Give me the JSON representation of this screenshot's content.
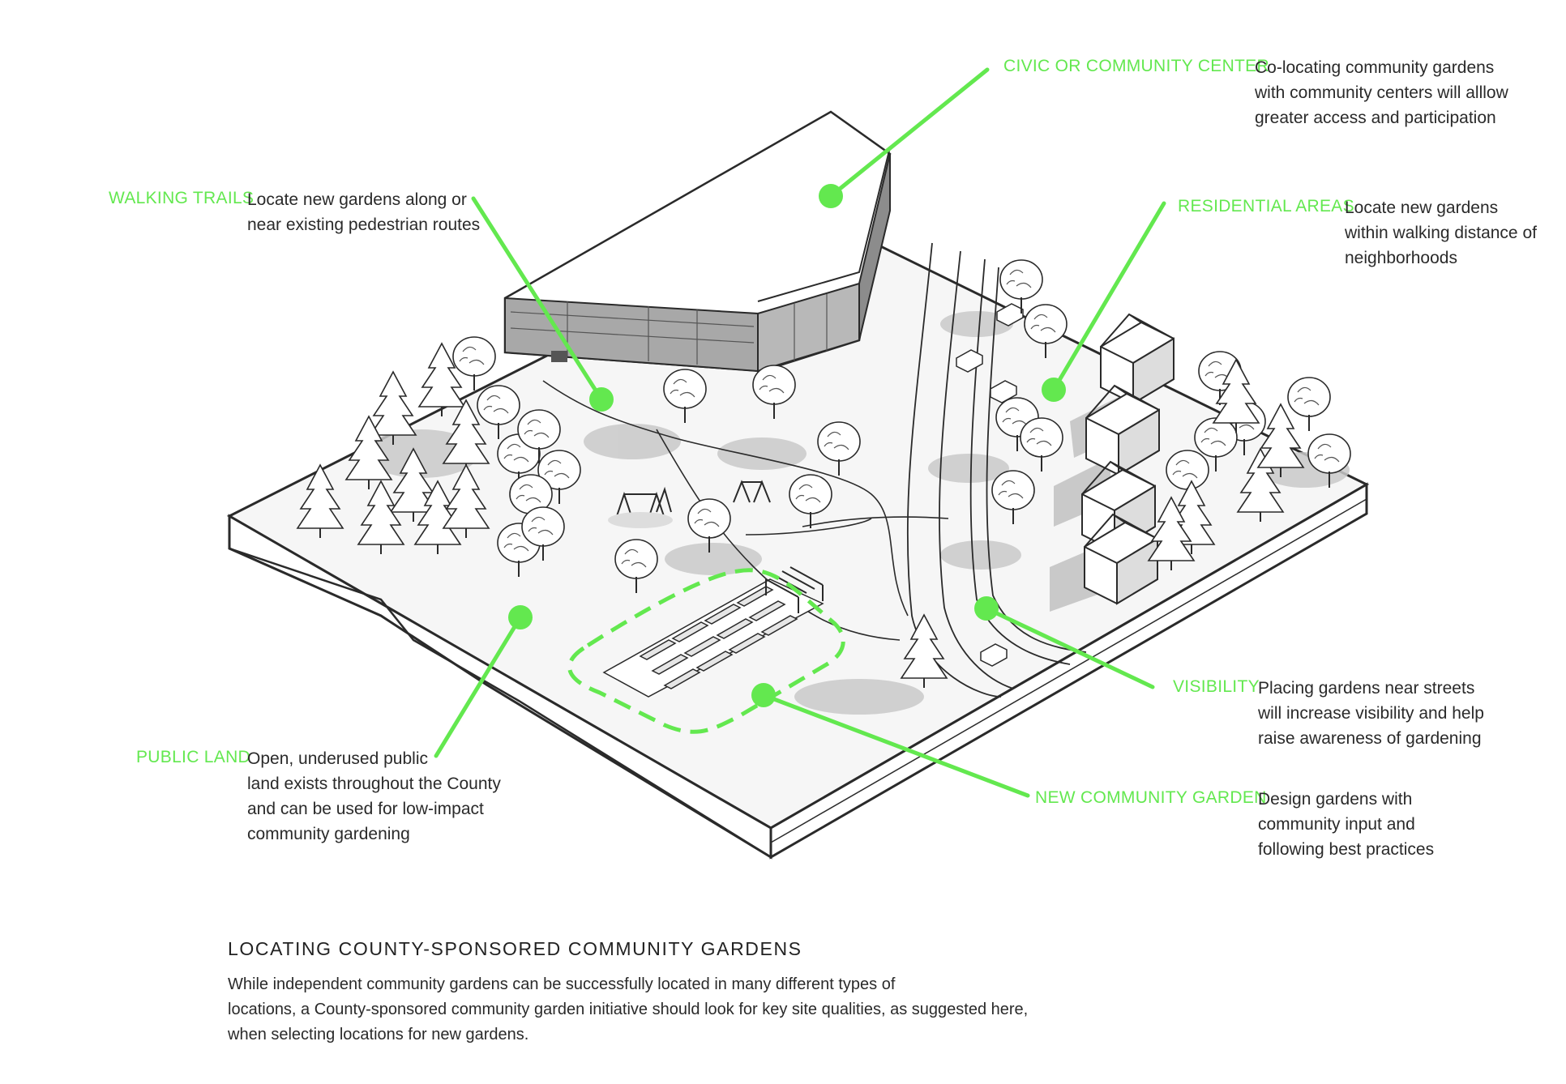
{
  "callouts": {
    "civic": {
      "label": "CIVIC OR COMMUNITY CENTER",
      "lines": [
        "Co-locating community gardens",
        "with community centers will alllow",
        "greater access and participation"
      ]
    },
    "walking": {
      "label": "WALKING TRAILS",
      "lines": [
        "Locate new gardens along or",
        "near existing pedestrian routes"
      ]
    },
    "residential": {
      "label": "RESIDENTIAL AREAS",
      "lines": [
        "Locate new gardens",
        "within walking distance of",
        "neighborhoods"
      ]
    },
    "visibility": {
      "label": "VISIBILITY",
      "lines": [
        "Placing gardens near streets",
        "will increase visibility and help",
        "raise awareness of gardening"
      ]
    },
    "public_land": {
      "label": "PUBLIC LAND",
      "lines": [
        "Open, underused public",
        "land exists throughout the County",
        "and can be used for low-impact",
        "community gardening"
      ]
    },
    "new_garden": {
      "label": "NEW COMMUNITY GARDEN",
      "lines": [
        "Design gardens with",
        "community input and",
        "following best practices"
      ]
    }
  },
  "caption": {
    "title": "LOCATING COUNTY-SPONSORED COMMUNITY GARDENS",
    "lines": [
      "While independent community gardens can be successfully located in many different types of",
      "locations, a County-sponsored community garden initiative should look for key site qualities, as suggested here,",
      "when selecting locations for new gardens."
    ]
  },
  "colors": {
    "accent": "#63e84f",
    "building": "#a8a8a8",
    "shadow": "#c9c9c9",
    "line": "#222222"
  },
  "icons": [
    "tree-icon",
    "house-icon",
    "car-icon",
    "swing-icon",
    "pergola-icon",
    "marker-dot-icon"
  ]
}
